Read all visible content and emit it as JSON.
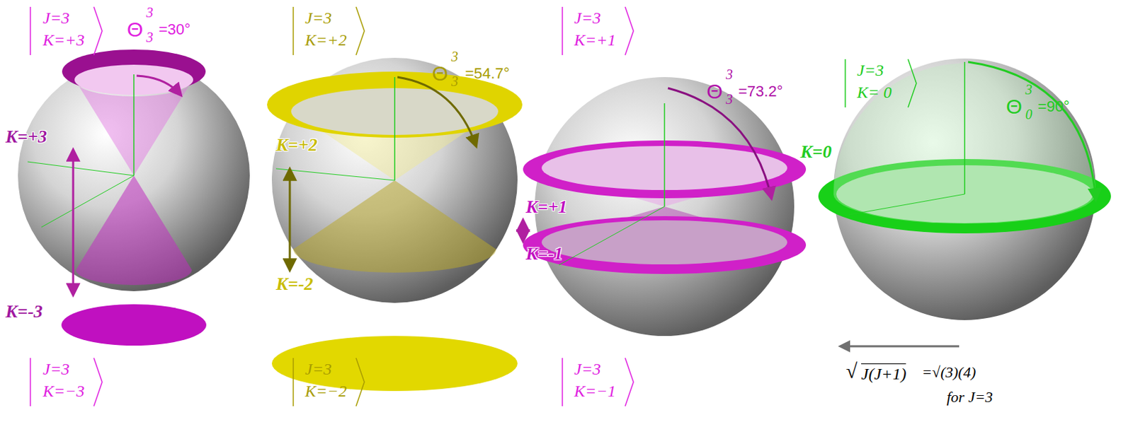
{
  "diagram": {
    "labels": [
      "J=3",
      "K=+3",
      "Θ",
      "3",
      "3",
      "=30°",
      "J=3",
      "K=+2",
      "Θ",
      "3",
      "3",
      "=54.7°",
      "J=3",
      "K=+1",
      "Θ",
      "3",
      "3",
      "=73.2°",
      "K=+3",
      "K=+2",
      "K=+1",
      "K=0",
      "J=3",
      "K= 0",
      "Θ",
      "3",
      "0",
      "=90°",
      "K=-3",
      "K=-2",
      "K=-1",
      "J=3",
      "K=−3",
      "J=3",
      "K=−2",
      "J=3",
      "K=−1",
      "√",
      "J(J+1)",
      "=√(3)(4)",
      "for J=3"
    ]
  }
}
